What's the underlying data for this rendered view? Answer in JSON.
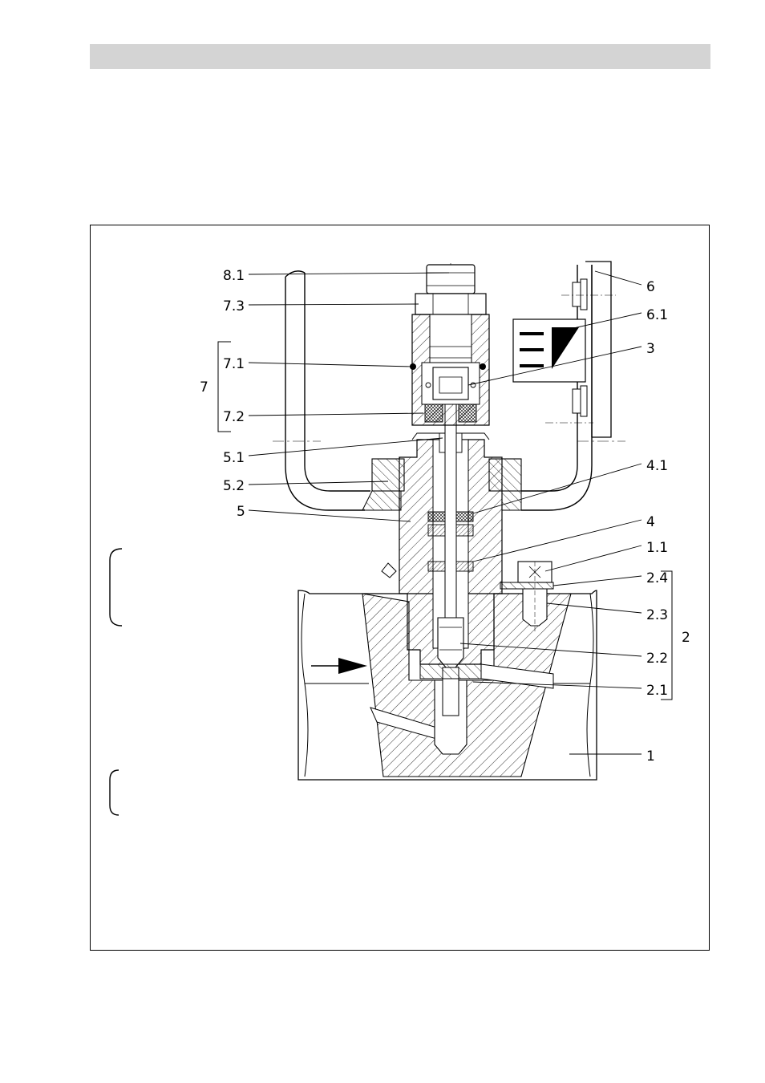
{
  "labels": {
    "l81": "8.1",
    "l73": "7.3",
    "l71": "7.1",
    "l7": "7",
    "l72": "7.2",
    "l51": "5.1",
    "l52": "5.2",
    "l5": "5",
    "l6": "6",
    "l61": "6.1",
    "l3": "3",
    "l41": "4.1",
    "l4": "4",
    "l11": "1.1",
    "l24": "2.4",
    "l23": "2.3",
    "l2": "2",
    "l22": "2.2",
    "l21": "2.1",
    "l1": "1"
  }
}
